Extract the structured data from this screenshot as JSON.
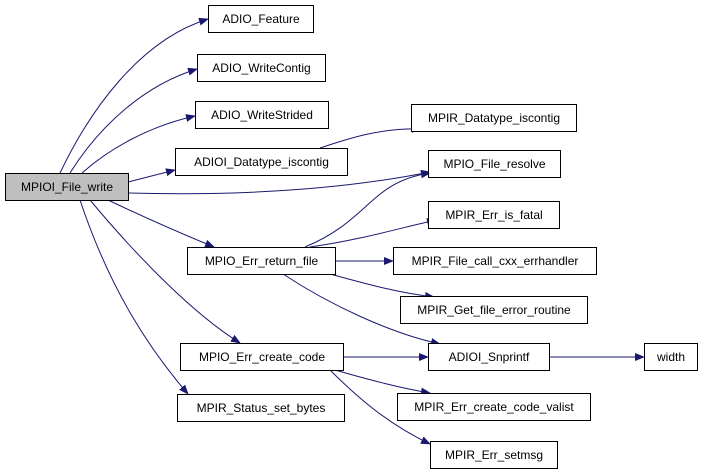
{
  "graph": {
    "edge_color": "#191970",
    "root_fill": "#bfbfbf",
    "node_fill": "#ffffff",
    "nodes": [
      {
        "id": "root",
        "label": "MPIOI_File_write",
        "root": true
      },
      {
        "id": "adio_feature",
        "label": "ADIO_Feature"
      },
      {
        "id": "adio_writecontig",
        "label": "ADIO_WriteContig"
      },
      {
        "id": "adio_writestrided",
        "label": "ADIO_WriteStrided"
      },
      {
        "id": "adioi_datatype_iscontig",
        "label": "ADIOI_Datatype_iscontig"
      },
      {
        "id": "mpir_datatype_iscontig",
        "label": "MPIR_Datatype_iscontig"
      },
      {
        "id": "mpio_file_resolve",
        "label": "MPIO_File_resolve"
      },
      {
        "id": "mpir_err_is_fatal",
        "label": "MPIR_Err_is_fatal"
      },
      {
        "id": "mpio_err_return_file",
        "label": "MPIO_Err_return_file"
      },
      {
        "id": "mpir_file_call_cxx_errhandler",
        "label": "MPIR_File_call_cxx_errhandler"
      },
      {
        "id": "mpir_get_file_error_routine",
        "label": "MPIR_Get_file_error_routine"
      },
      {
        "id": "mpio_err_create_code",
        "label": "MPIO_Err_create_code"
      },
      {
        "id": "adioi_snprintf",
        "label": "ADIOI_Snprintf"
      },
      {
        "id": "width",
        "label": "width"
      },
      {
        "id": "mpir_status_set_bytes",
        "label": "MPIR_Status_set_bytes"
      },
      {
        "id": "mpir_err_create_code_valist",
        "label": "MPIR_Err_create_code_valist"
      },
      {
        "id": "mpir_err_setmsg",
        "label": "MPIR_Err_setmsg"
      }
    ],
    "edges": [
      {
        "from": "root",
        "to": "adio_feature"
      },
      {
        "from": "root",
        "to": "adio_writecontig"
      },
      {
        "from": "root",
        "to": "adio_writestrided"
      },
      {
        "from": "root",
        "to": "adioi_datatype_iscontig"
      },
      {
        "from": "root",
        "to": "mpio_file_resolve"
      },
      {
        "from": "root",
        "to": "mpio_err_return_file"
      },
      {
        "from": "root",
        "to": "mpio_err_create_code"
      },
      {
        "from": "root",
        "to": "mpir_status_set_bytes"
      },
      {
        "from": "adioi_datatype_iscontig",
        "to": "mpir_datatype_iscontig"
      },
      {
        "from": "mpio_err_return_file",
        "to": "mpio_file_resolve"
      },
      {
        "from": "mpio_err_return_file",
        "to": "mpir_err_is_fatal"
      },
      {
        "from": "mpio_err_return_file",
        "to": "mpir_file_call_cxx_errhandler"
      },
      {
        "from": "mpio_err_return_file",
        "to": "mpir_get_file_error_routine"
      },
      {
        "from": "mpio_err_return_file",
        "to": "adioi_snprintf"
      },
      {
        "from": "mpio_err_create_code",
        "to": "adioi_snprintf"
      },
      {
        "from": "mpio_err_create_code",
        "to": "mpir_err_create_code_valist"
      },
      {
        "from": "mpio_err_create_code",
        "to": "mpir_err_setmsg"
      },
      {
        "from": "adioi_snprintf",
        "to": "width"
      }
    ]
  }
}
